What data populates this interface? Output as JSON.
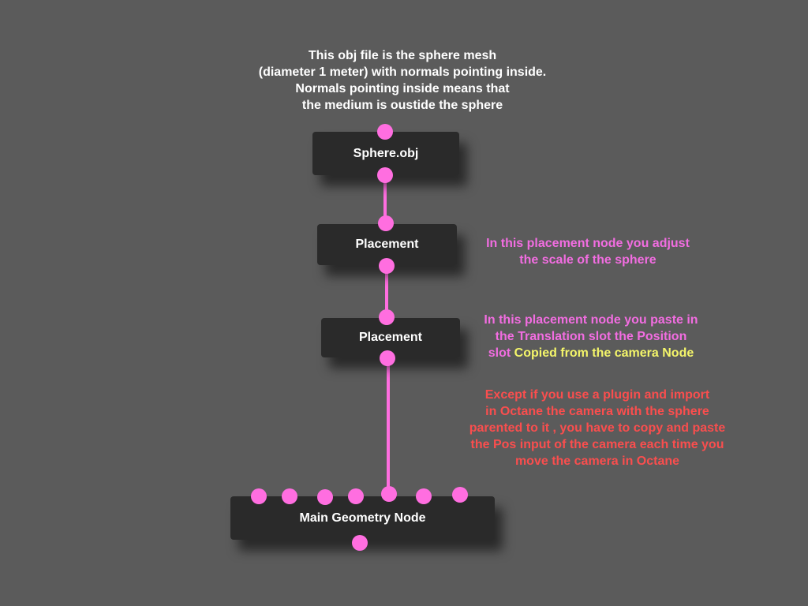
{
  "notes": {
    "top": [
      "This obj file is the sphere mesh",
      "(diameter 1 meter) with normals pointing inside.",
      "Normals pointing inside means that",
      "the medium is oustide the sphere"
    ],
    "placement1": [
      "In this placement node you adjust",
      "the scale of the sphere"
    ],
    "placement2": [
      "In this placement node you paste in",
      "the Translation  slot the Position",
      "slot ",
      "Copied from the camera Node"
    ],
    "except": [
      "Except if you use a plugin and import",
      "in Octane the  camera with the sphere",
      "parented to it , you have to copy and paste",
      "the Pos input of the camera each time you",
      "move the camera in Octane"
    ]
  },
  "nodes": {
    "sphere": "Sphere.obj",
    "placement1": "Placement",
    "placement2": "Placement",
    "main": "Main Geometry Node"
  },
  "colors": {
    "background": "#5b5b5b",
    "node": "#2a2a2a",
    "pin": "#ff6ee0",
    "pink_text": "#f26de1",
    "yellow_text": "#f4f56a",
    "red_text": "#fa4e4e"
  }
}
